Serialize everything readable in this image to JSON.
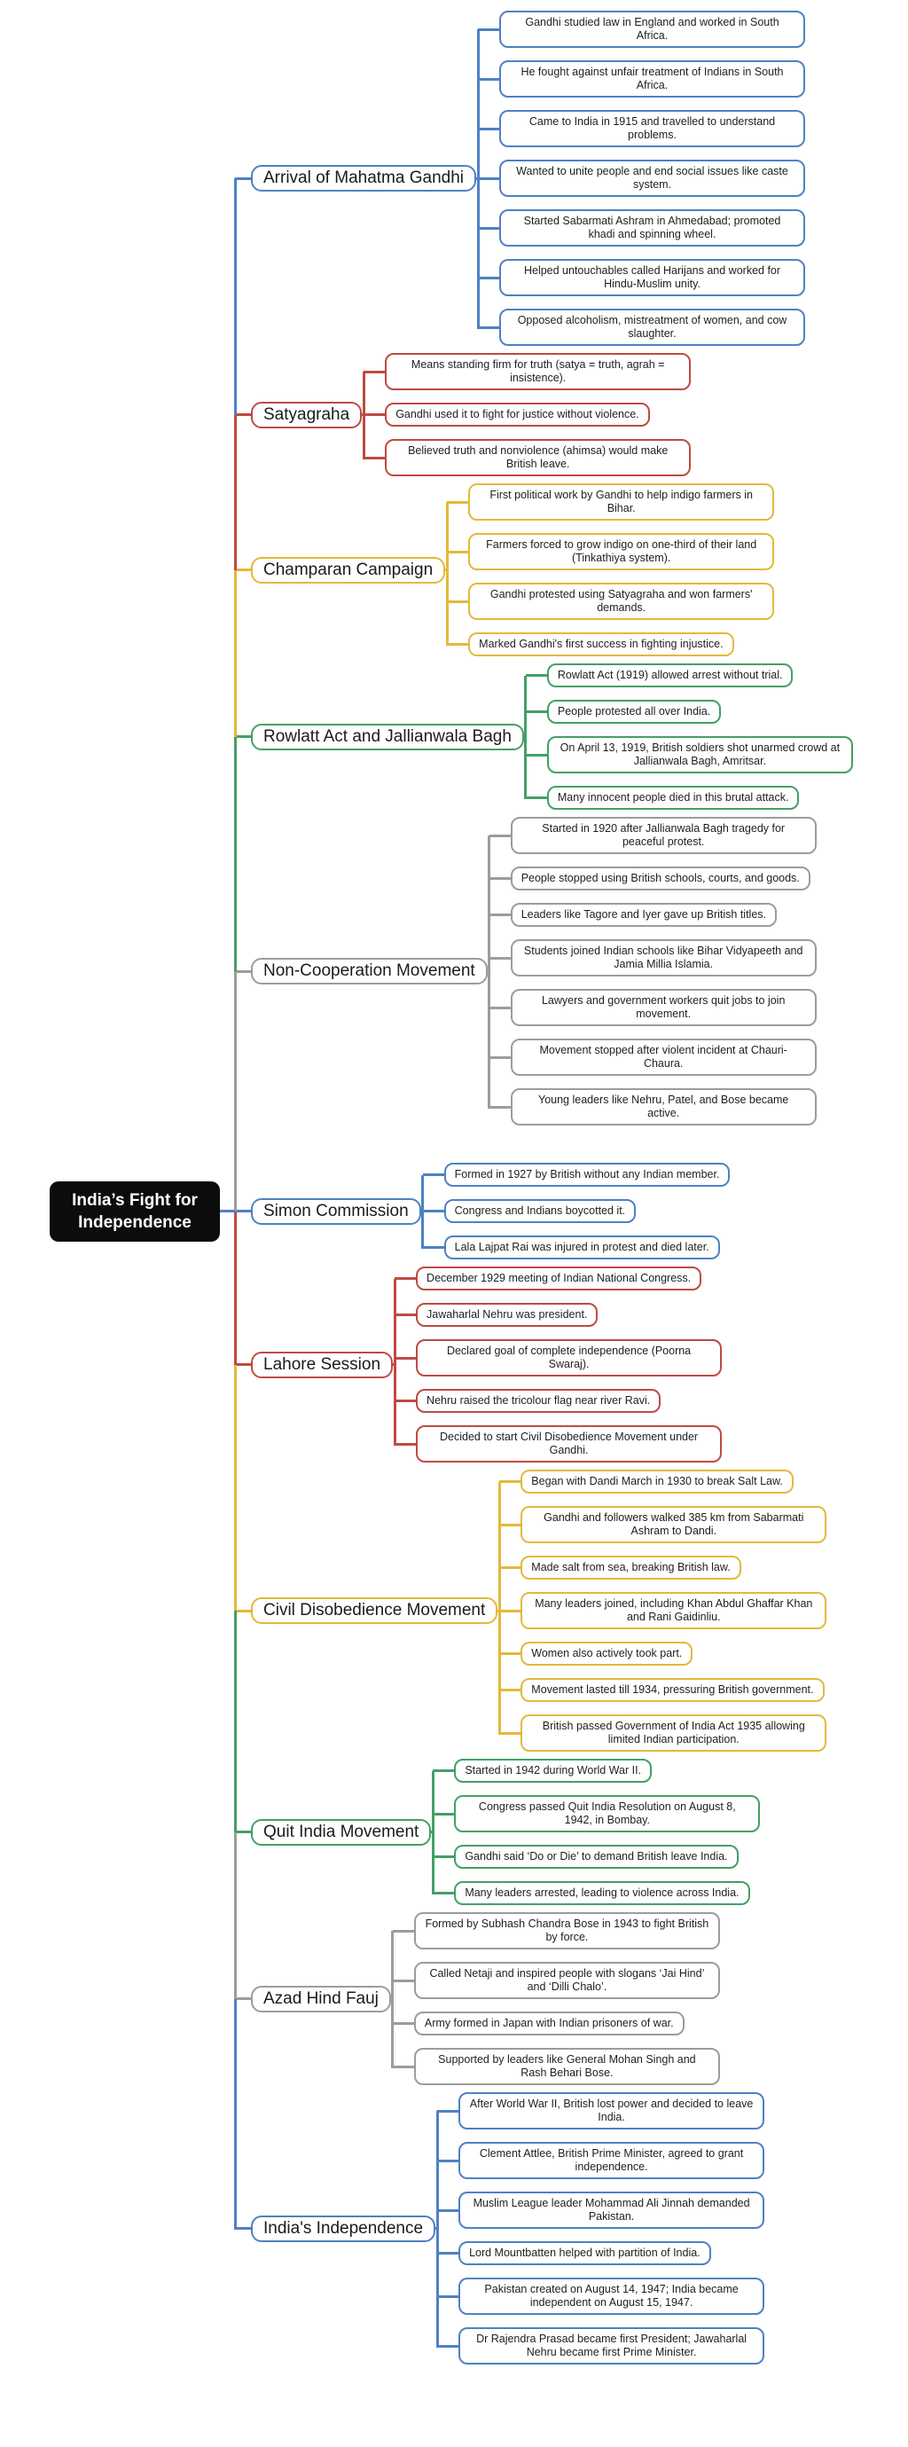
{
  "root": {
    "label": "India’s Fight for Independence"
  },
  "colors": {
    "blue": "#4e81c4",
    "red": "#bf4a42",
    "yellow": "#e2b93b",
    "green": "#43a066",
    "gray": "#9c9c9c",
    "root_bg": "#0c0c0c",
    "root_text": "#ffffff",
    "node_bg": "#ffffff",
    "text": "#1e1e1e"
  },
  "branches": [
    {
      "label": "Arrival of Mahatma Gandhi",
      "color": "blue",
      "children": [
        "Gandhi studied law in England and worked in South Africa.",
        "He fought against unfair treatment of Indians in South Africa.",
        "Came to India in 1915 and travelled to understand problems.",
        "Wanted to unite people and end social issues like caste system.",
        "Started Sabarmati Ashram in Ahmedabad; promoted khadi and spinning wheel.",
        "Helped untouchables called Harijans and worked for Hindu-Muslim unity.",
        "Opposed alcoholism, mistreatment of women, and cow slaughter."
      ]
    },
    {
      "label": "Satyagraha",
      "color": "red",
      "children": [
        "Means standing firm for truth (satya = truth, agrah = insistence).",
        "Gandhi used it to fight for justice without violence.",
        "Believed truth and nonviolence (ahimsa) would make British leave."
      ]
    },
    {
      "label": "Champaran Campaign",
      "color": "yellow",
      "children": [
        "First political work by Gandhi to help indigo farmers in Bihar.",
        "Farmers forced to grow indigo on one-third of their land (Tinkathiya system).",
        "Gandhi protested using Satyagraha and won farmers' demands.",
        "Marked Gandhi's first success in fighting injustice."
      ]
    },
    {
      "label": "Rowlatt Act and Jallianwala Bagh",
      "color": "green",
      "children": [
        "Rowlatt Act (1919) allowed arrest without trial.",
        "People protested all over India.",
        "On April 13, 1919, British soldiers shot unarmed crowd at Jallianwala Bagh, Amritsar.",
        "Many innocent people died in this brutal attack."
      ]
    },
    {
      "label": "Non-Cooperation Movement",
      "color": "gray",
      "children": [
        "Started in 1920 after Jallianwala Bagh tragedy for peaceful protest.",
        "People stopped using British schools, courts, and goods.",
        "Leaders like Tagore and Iyer gave up British titles.",
        "Students joined Indian schools like Bihar Vidyapeeth and Jamia Millia Islamia.",
        "Lawyers and government workers quit jobs to join movement.",
        "Movement stopped after violent incident at Chauri-Chaura.",
        "Young leaders like Nehru, Patel, and Bose became active."
      ]
    },
    {
      "label": "Simon Commission",
      "color": "blue",
      "children": [
        "Formed in 1927 by British without any Indian member.",
        "Congress and Indians boycotted it.",
        "Lala Lajpat Rai was injured in protest and died later."
      ]
    },
    {
      "label": "Lahore Session",
      "color": "red",
      "children": [
        "December 1929 meeting of Indian National Congress.",
        "Jawaharlal Nehru was president.",
        "Declared goal of complete independence (Poorna Swaraj).",
        "Nehru raised the tricolour flag near river Ravi.",
        "Decided to start Civil Disobedience Movement under Gandhi."
      ]
    },
    {
      "label": "Civil Disobedience Movement",
      "color": "yellow",
      "children": [
        "Began with Dandi March in 1930 to break Salt Law.",
        "Gandhi and followers walked 385 km from Sabarmati Ashram to Dandi.",
        "Made salt from sea, breaking British law.",
        "Many leaders joined, including Khan Abdul Ghaffar Khan and Rani Gaidinliu.",
        "Women also actively took part.",
        "Movement lasted till 1934, pressuring British government.",
        "British passed Government of India Act 1935 allowing limited Indian participation."
      ]
    },
    {
      "label": "Quit India Movement",
      "color": "green",
      "children": [
        "Started in 1942 during World War II.",
        "Congress passed Quit India Resolution on August 8, 1942, in Bombay.",
        "Gandhi said ‘Do or Die’ to demand British leave India.",
        "Many leaders arrested, leading to violence across India."
      ]
    },
    {
      "label": "Azad Hind Fauj",
      "color": "gray",
      "children": [
        "Formed by Subhash Chandra Bose in 1943 to fight British by force.",
        "Called Netaji and inspired people with slogans ‘Jai Hind’ and ‘Dilli Chalo’.",
        "Army formed in Japan with Indian prisoners of war.",
        "Supported by leaders like General Mohan Singh and Rash Behari Bose."
      ]
    },
    {
      "label": "India's Independence",
      "color": "blue",
      "children": [
        "After World War II, British lost power and decided to leave India.",
        "Clement Attlee, British Prime Minister, agreed to grant independence.",
        "Muslim League leader Mohammad Ali Jinnah demanded Pakistan.",
        "Lord Mountbatten helped with partition of India.",
        "Pakistan created on August 14, 1947; India became independent on August 15, 1947.",
        "Dr Rajendra Prasad became first President; Jawaharlal Nehru became first Prime Minister."
      ]
    }
  ]
}
